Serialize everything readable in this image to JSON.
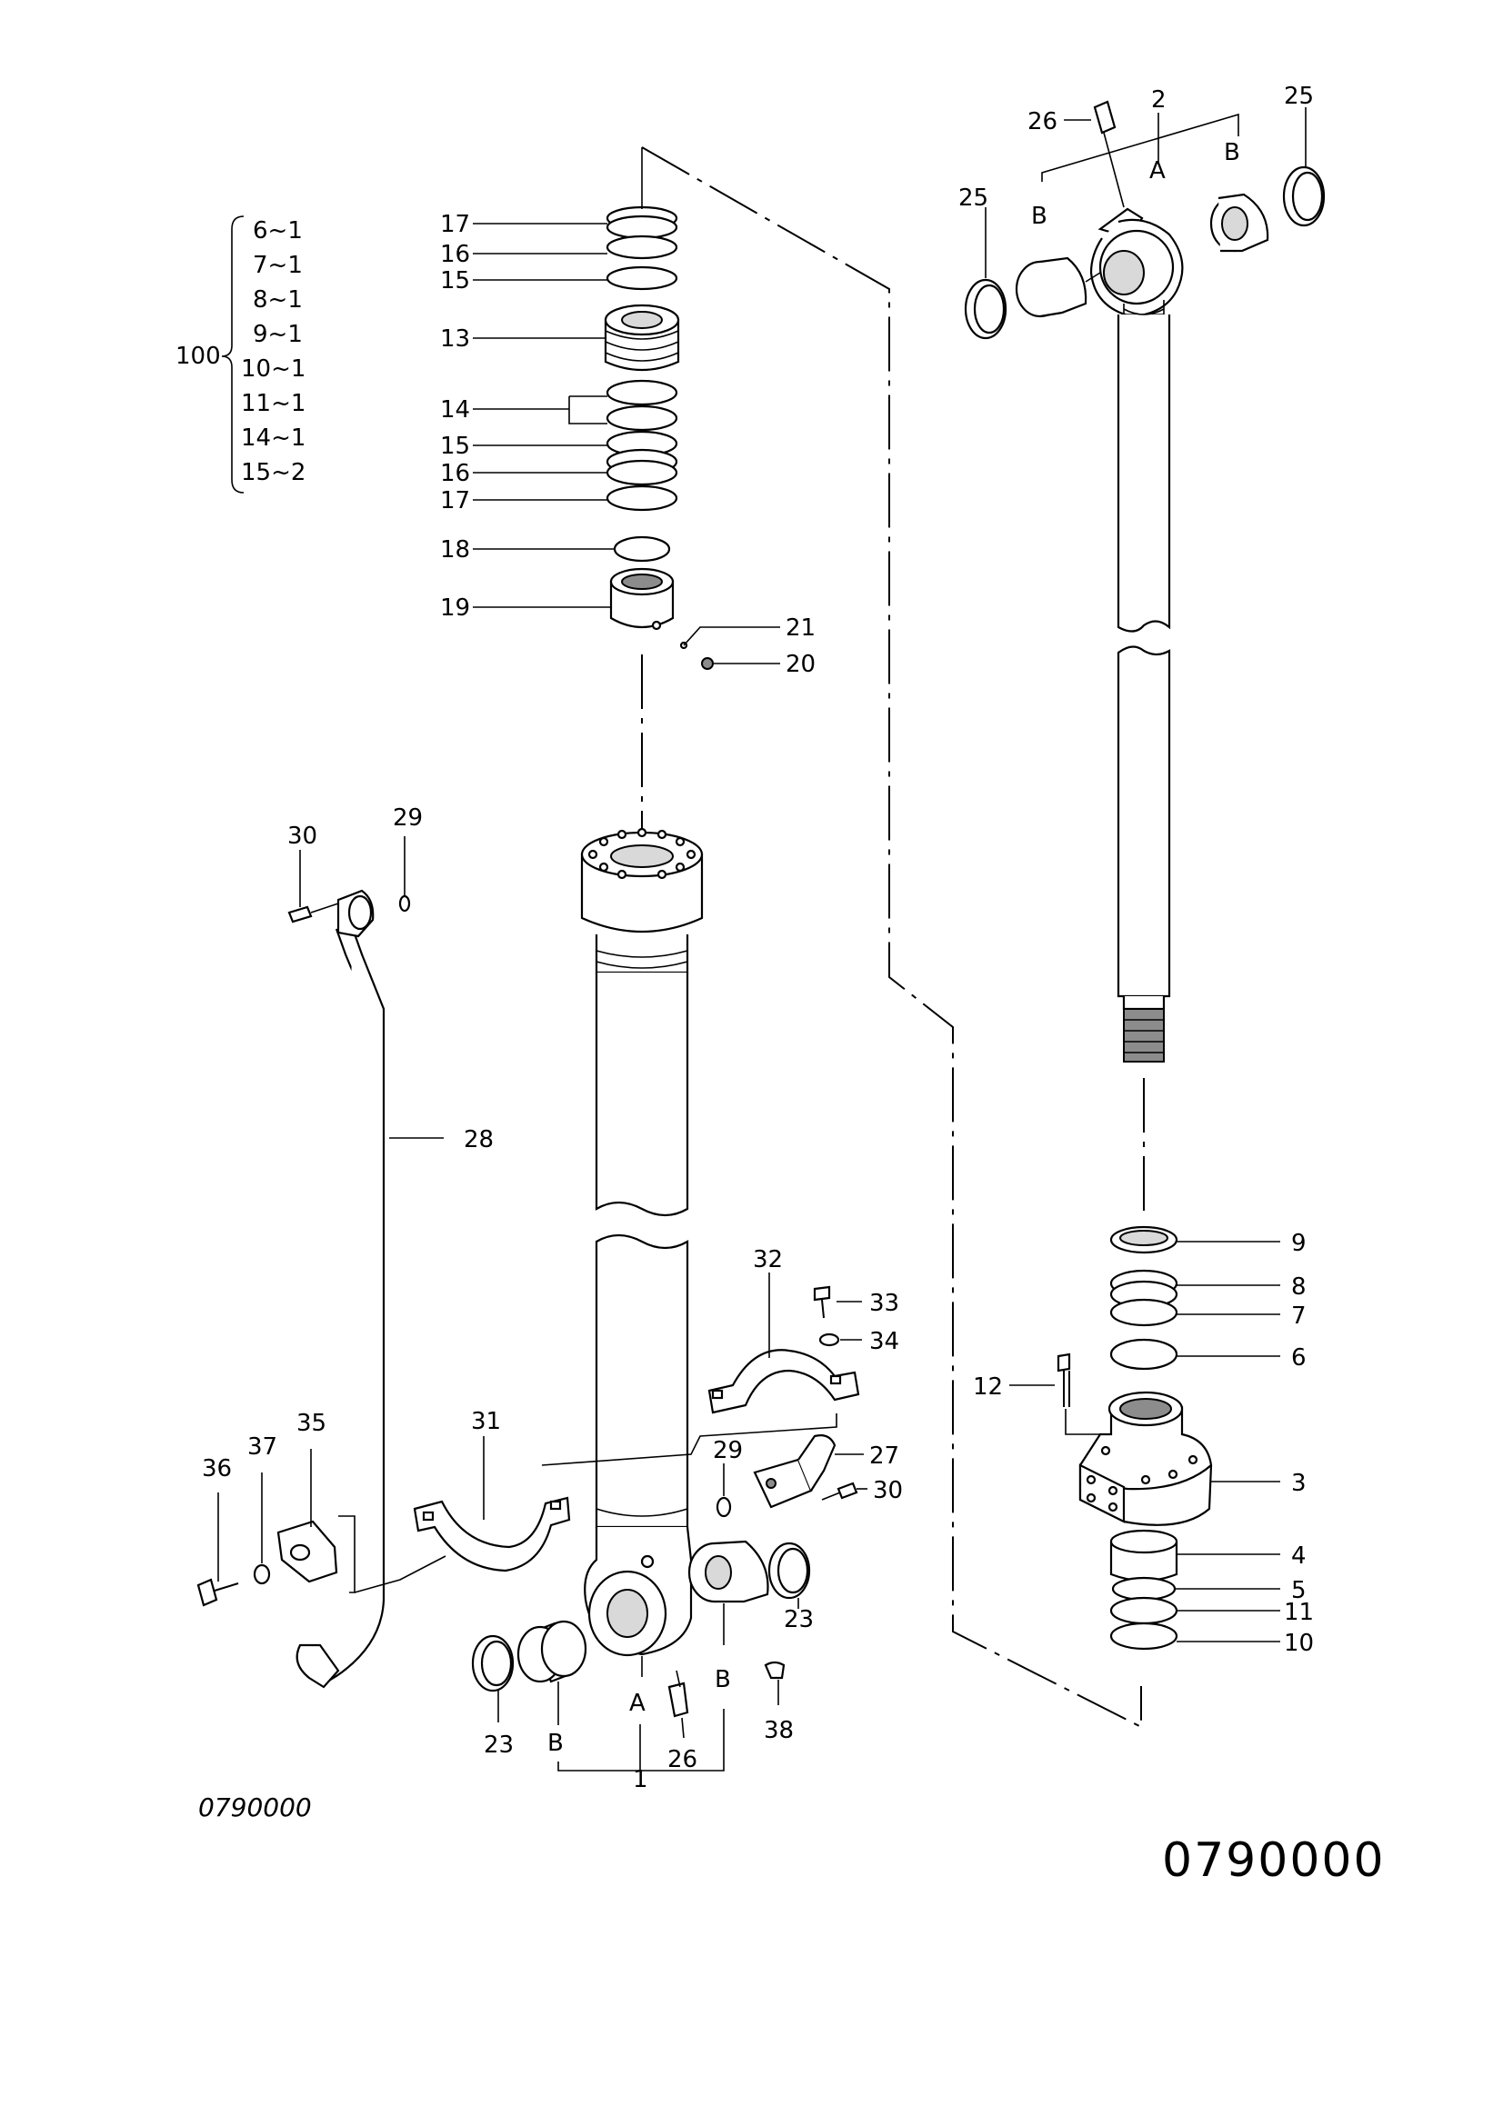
{
  "drawing": {
    "code_small": "0790000",
    "code_large": "0790000"
  },
  "kit": {
    "parent": "100",
    "members": [
      "6~1",
      "7~1",
      "8~1",
      "9~1",
      "10~1",
      "11~1",
      "14~1",
      "15~2"
    ]
  },
  "callouts": {
    "c1": "1",
    "c2": "2",
    "c3": "3",
    "c4": "4",
    "c5": "5",
    "c6": "6",
    "c7": "7",
    "c8": "8",
    "c9": "9",
    "c10": "10",
    "c11": "11",
    "c12": "12",
    "c13": "13",
    "c14": "14",
    "c15a": "15",
    "c15b": "15",
    "c16a": "16",
    "c16b": "16",
    "c17a": "17",
    "c17b": "17",
    "c18": "18",
    "c19": "19",
    "c20": "20",
    "c21": "21",
    "c23a": "23",
    "c23b": "23",
    "c25a": "25",
    "c25b": "25",
    "c26a": "26",
    "c26b": "26",
    "c27": "27",
    "c28": "28",
    "c29a": "29",
    "c29b": "29",
    "c30a": "30",
    "c30b": "30",
    "c31": "31",
    "c32": "32",
    "c33": "33",
    "c34": "34",
    "c35": "35",
    "c36": "36",
    "c37": "37",
    "c38": "38"
  },
  "refs": {
    "a_left": "A",
    "b_left1": "B",
    "b_left2": "B",
    "a_right": "A",
    "b_right1": "B",
    "b_right2": "B"
  }
}
